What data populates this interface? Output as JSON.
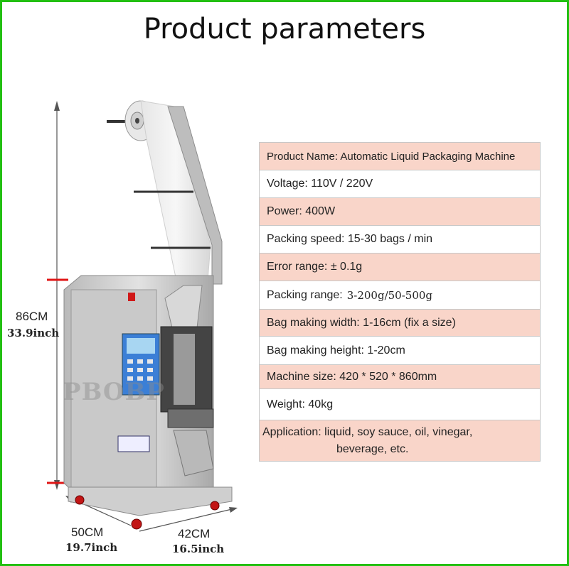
{
  "title": "Product parameters",
  "watermark": "PBOBP",
  "dimensions": {
    "height_cm": "86CM",
    "height_inch": "33.9inch",
    "depth_cm": "50CM",
    "depth_inch": "19.7inch",
    "width_cm": "42CM",
    "width_inch": "16.5inch"
  },
  "params": [
    {
      "label": "Product Name: Automatic Liquid Packaging Machine",
      "shade": "pink"
    },
    {
      "label": "Voltage: 110V / 220V",
      "shade": "white"
    },
    {
      "label": "Power: 400W",
      "shade": "pink"
    },
    {
      "label": "Packing speed: 15-30 bags / min",
      "shade": "white"
    },
    {
      "label": "Error range: ± 0.1g",
      "shade": "pink"
    },
    {
      "label": "Packing range:",
      "value": "3-200g/50-500g",
      "shade": "white"
    },
    {
      "label": "Bag making width: 1-16cm (fix a size)",
      "shade": "pink"
    },
    {
      "label": "Bag making height: 1-20cm",
      "shade": "white"
    },
    {
      "label": "Machine size: 420 * 520 * 860mm",
      "shade": "pink"
    },
    {
      "label": "Weight: 40kg",
      "shade": "white"
    },
    {
      "label": "Application: liquid, soy sauce, oil, vinegar,",
      "label2": "beverage, etc.",
      "shade": "pink"
    }
  ],
  "colors": {
    "border": "#22c012",
    "row_pink": "#f9d5c9",
    "marker_red": "#e01515"
  }
}
